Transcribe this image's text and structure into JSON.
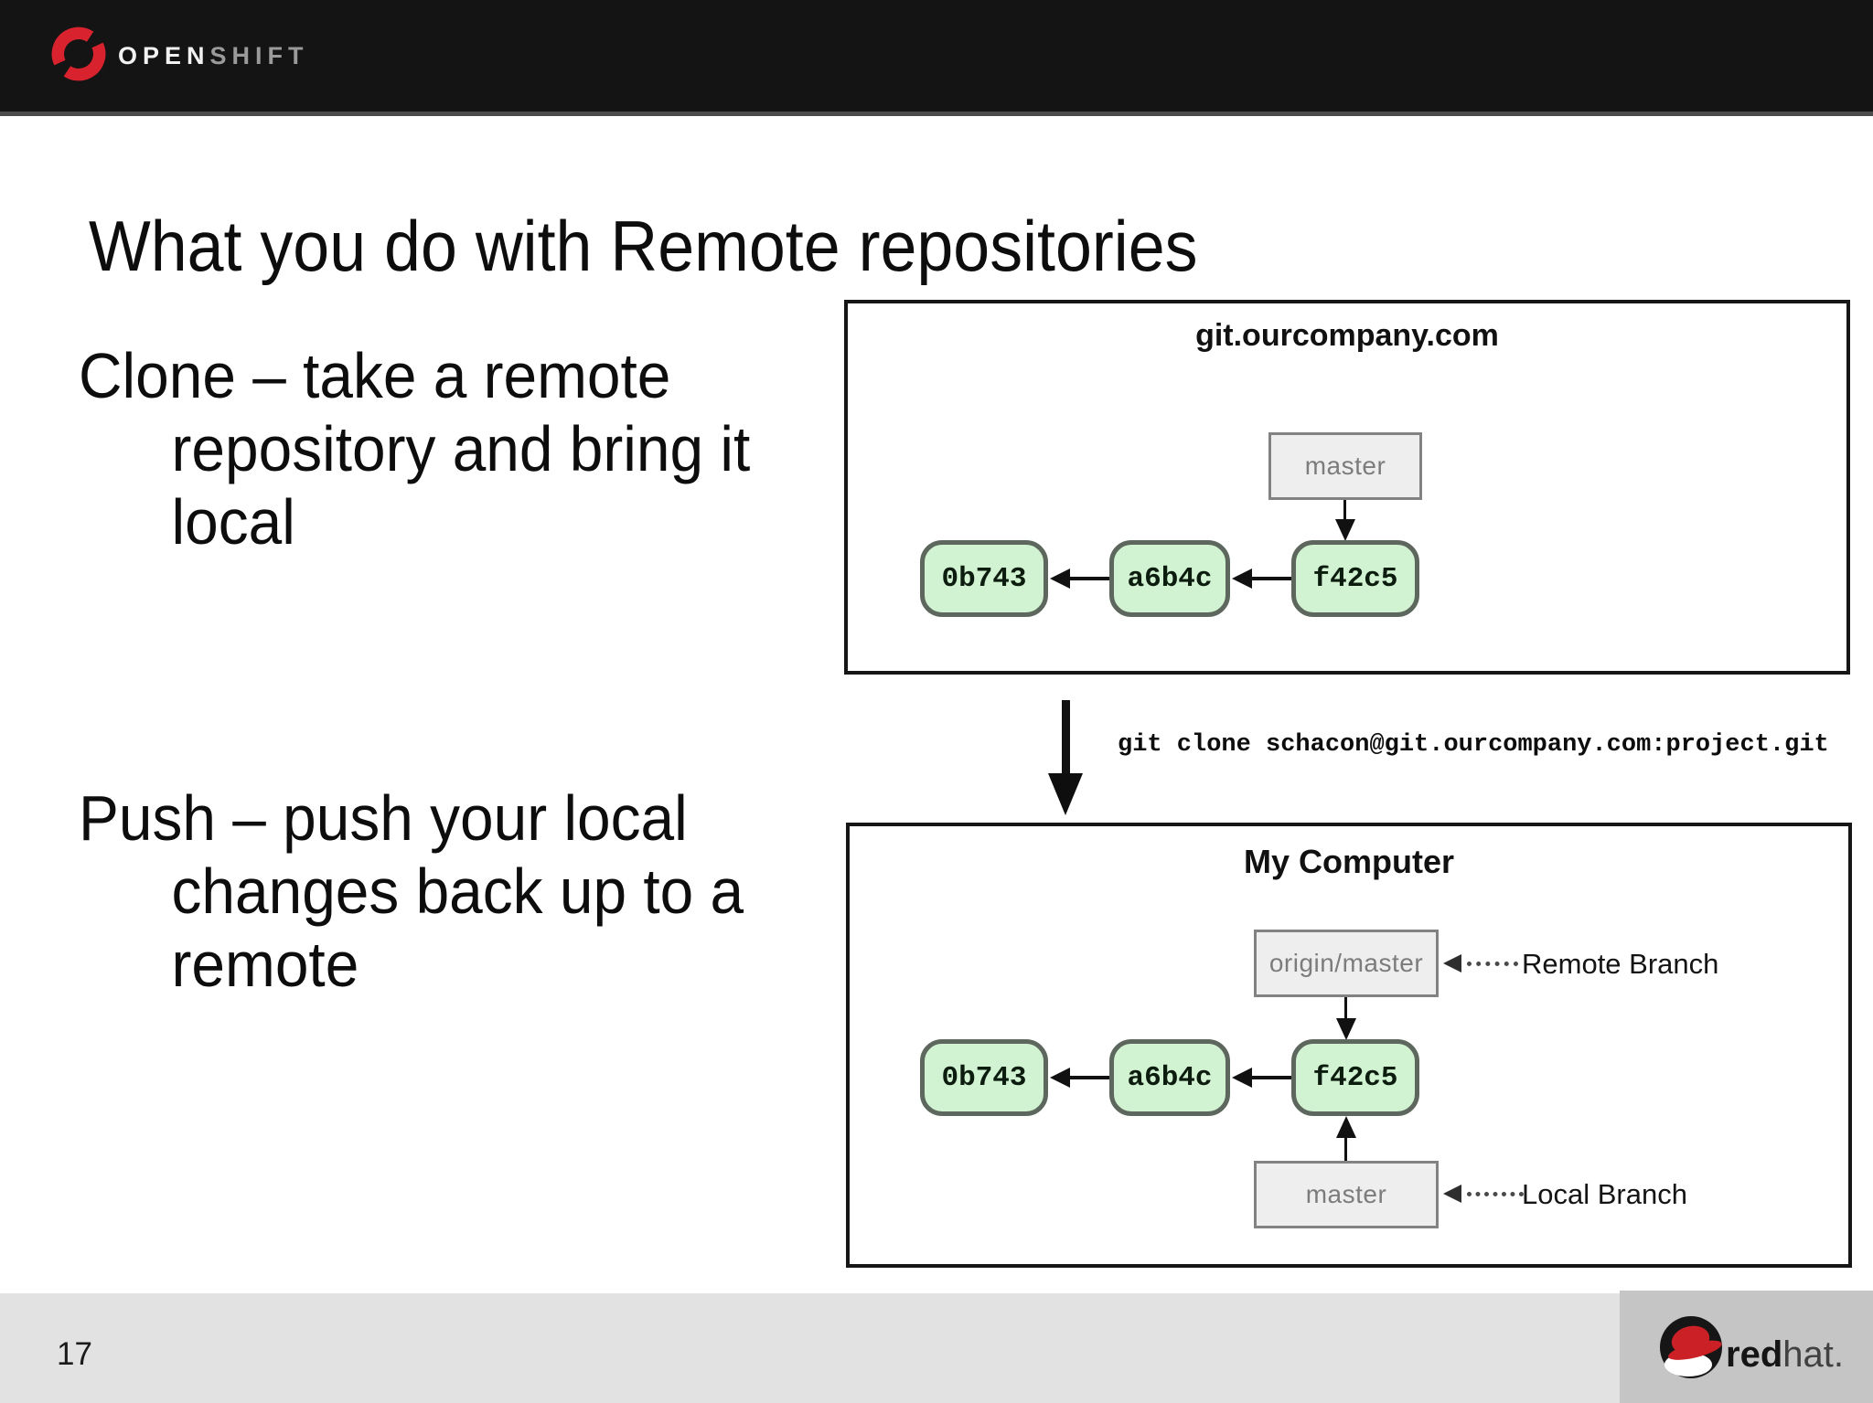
{
  "header": {
    "logo_icon": "openshift-ring-icon",
    "brand_primary": "OPEN",
    "brand_secondary": "SHIFT"
  },
  "slide": {
    "title": "What you do with Remote repositories",
    "clone_bullet": {
      "line1": "Clone – take a remote",
      "line2": "repository and bring it",
      "line3": "local"
    },
    "push_bullet": {
      "line1": "Push – push your local",
      "line2": "changes back up to a",
      "line3": "remote"
    }
  },
  "diagram": {
    "remote_repo": {
      "title": "git.ourcompany.com",
      "branch_label": "master",
      "commits": [
        "0b743",
        "a6b4c",
        "f42c5"
      ]
    },
    "clone_command": "git clone schacon@git.ourcompany.com:project.git",
    "local_repo": {
      "title": "My Computer",
      "remote_tracking_branch_label": "origin/master",
      "remote_branch_annotation": "Remote Branch",
      "local_branch_label": "master",
      "local_branch_annotation": "Local Branch",
      "commits": [
        "0b743",
        "a6b4c",
        "f42c5"
      ]
    },
    "colors": {
      "commit_fill": "#d2f3d2",
      "commit_border": "#5d675d",
      "branch_fill": "#eeeeee",
      "branch_border": "#828282",
      "box_border": "#161616"
    }
  },
  "footer": {
    "page_number": "17",
    "redhat_logo_icon": "redhat-fedora-icon",
    "redhat_wordmark_bold": "red",
    "redhat_wordmark_light": "hat."
  },
  "brand_colors": {
    "openshift_red": "#d8232e",
    "redhat_red": "#cb2026",
    "header_black": "#141414"
  }
}
